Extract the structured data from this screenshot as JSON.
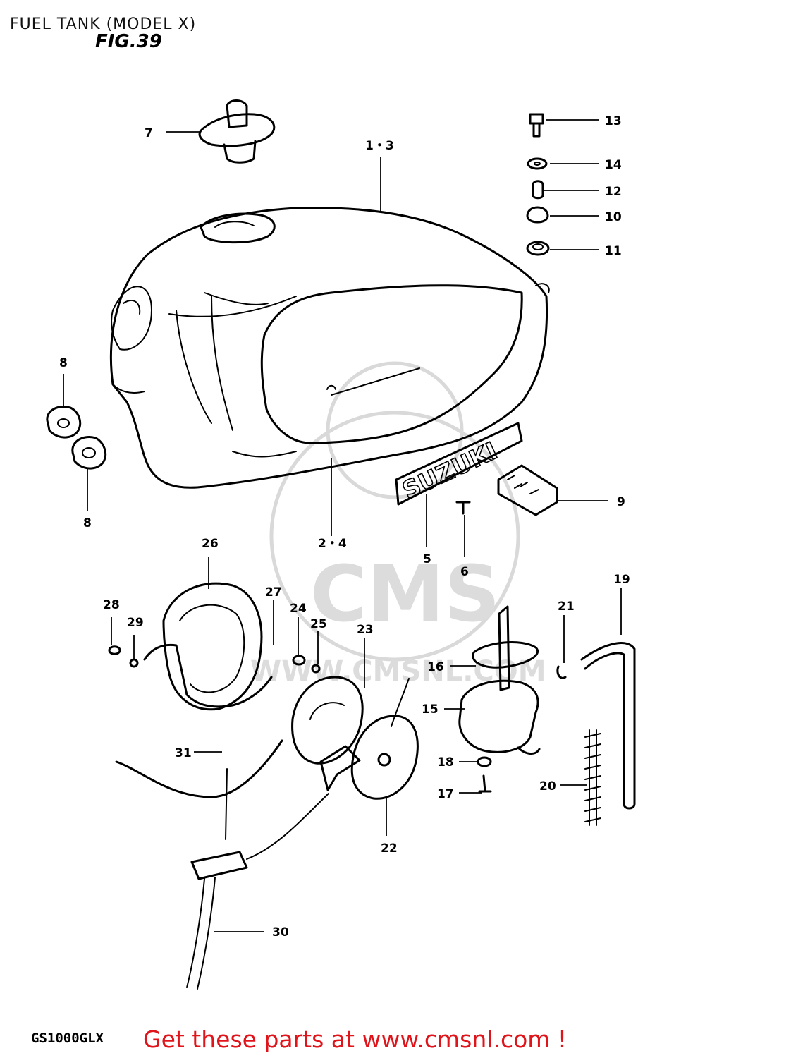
{
  "header": {
    "title": "FUEL TANK (MODEL X)",
    "figure": "FIG.39"
  },
  "footer": {
    "model_code": "GS1000GLX",
    "ad_text": "Get these parts at www.cmsnl.com !"
  },
  "watermark": {
    "brand": "CMS",
    "url": "WWW.CMSNL.COM"
  },
  "tank_decal": "SUZUKI",
  "callouts": [
    "1・3",
    "2・4",
    "5",
    "6",
    "7",
    "8",
    "8",
    "9",
    "10",
    "11",
    "12",
    "13",
    "14",
    "15",
    "16",
    "17",
    "18",
    "19",
    "20",
    "21",
    "22",
    "23",
    "24",
    "25",
    "26",
    "27",
    "28",
    "29",
    "30",
    "31"
  ],
  "colors": {
    "ad_text": "#e0141b",
    "line_art": "#000000",
    "watermark": "#d9d9d9"
  }
}
